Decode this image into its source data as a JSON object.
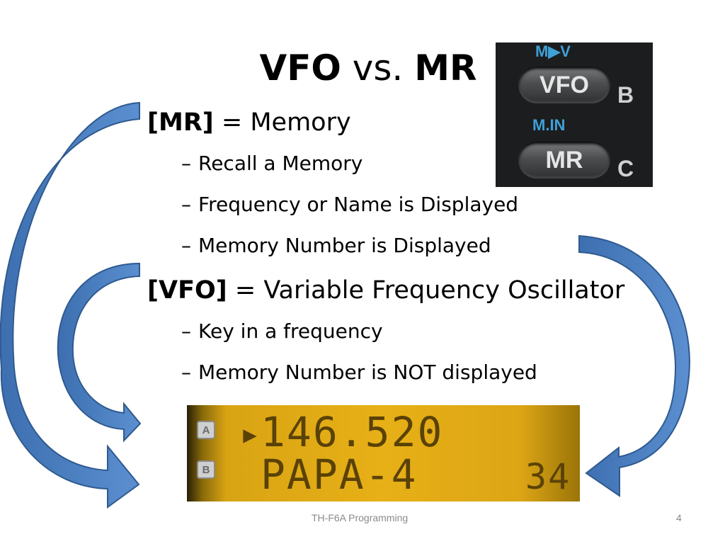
{
  "slide": {
    "title_part1": "VFO",
    "title_vs": " vs. ",
    "title_part2": "MR",
    "mr_key": "[MR]",
    "mr_desc": " = Memory",
    "mr_items": [
      "Recall a Memory",
      "Frequency or Name is Displayed",
      "Memory Number is Displayed"
    ],
    "vfo_key": "[VFO]",
    "vfo_desc": " = Variable Frequency Oscillator",
    "vfo_items": [
      "Key in a frequency",
      "Memory Number is NOT displayed"
    ],
    "dash": "–"
  },
  "keypad_photo": {
    "caption_top": "M▶V",
    "vfo_label": "VFO",
    "vfo_letter": "B",
    "caption_mid": "M.IN",
    "mr_label": "MR",
    "mr_letter": "C",
    "caption_color": "#3fa0d6"
  },
  "lcd_photo": {
    "badge_a": "A",
    "badge_b": "B",
    "frequency": "146.520",
    "name": "PAPA-4",
    "channel": "34",
    "background_color": "#e7b017"
  },
  "arrows": {
    "color": "#4a7ebf",
    "outline": "#2f5a8f"
  },
  "footer": {
    "center": "TH-F6A Programming",
    "page_number": "4"
  }
}
